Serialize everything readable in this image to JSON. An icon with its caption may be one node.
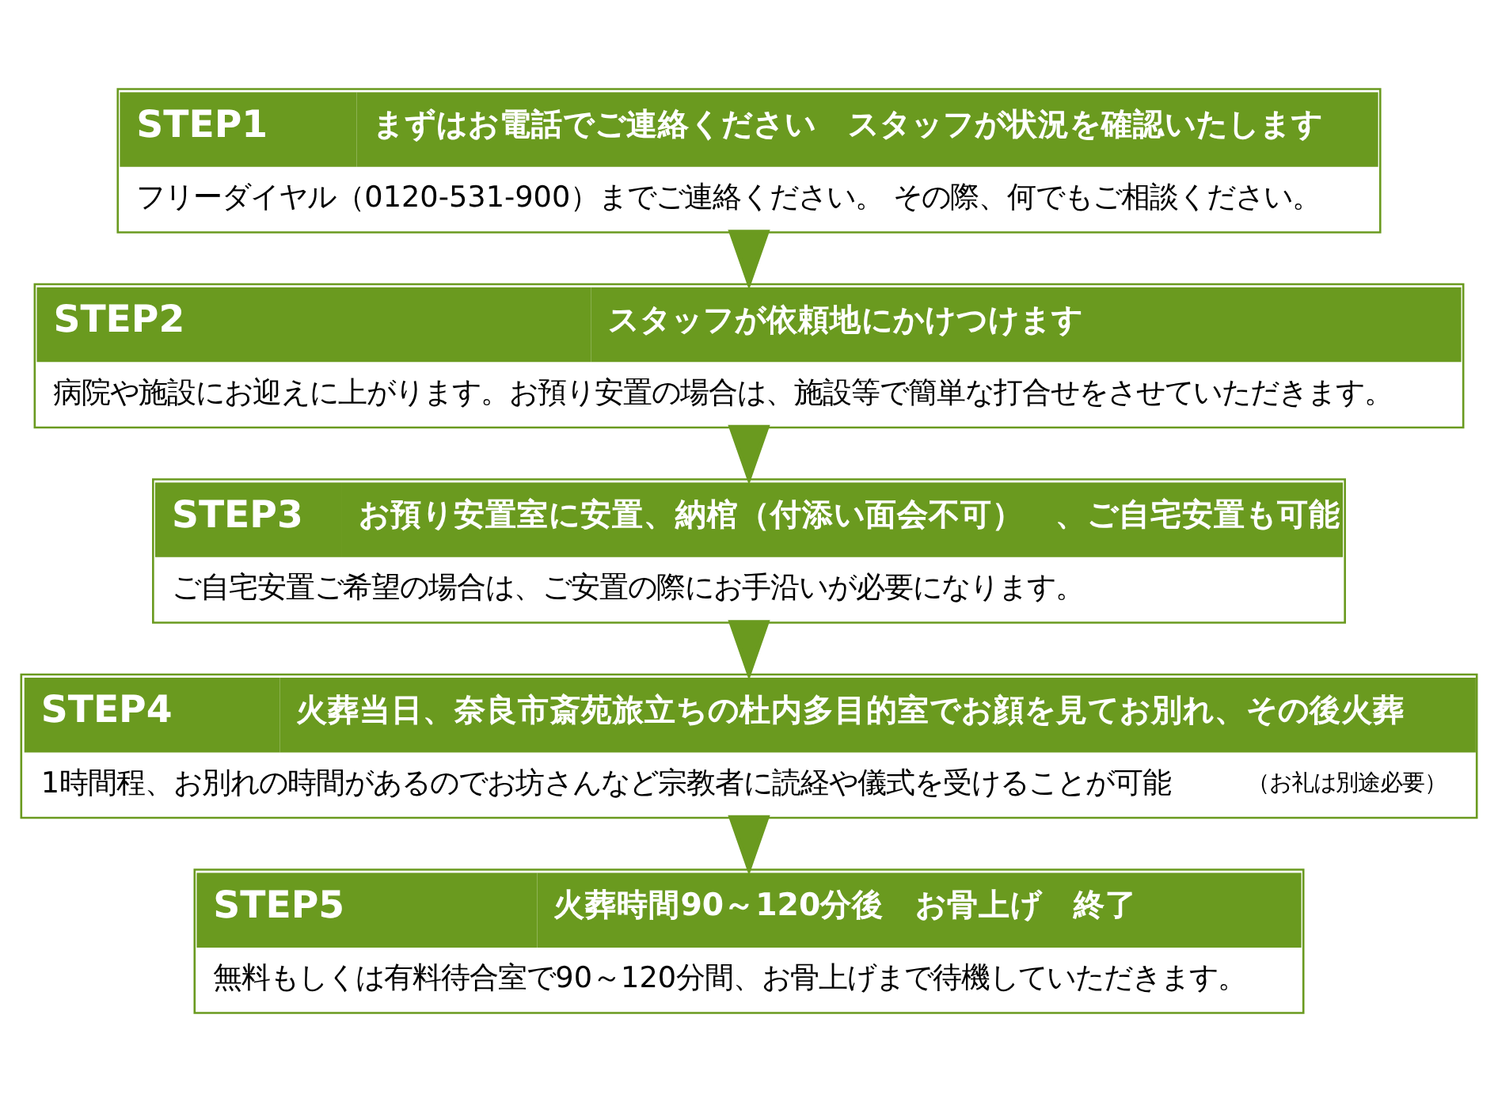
{
  "diagram": {
    "nodes": [
      {
        "text": [
          "STEP1",
          "まずはお電話でご連絡ください　スタッフが状況を確認いたします",
          "フリーダイヤル（0120-531-900）までご連絡ください。 その際、何でもご相談ください。"
        ]
      },
      {
        "text": [
          "STEP2",
          "スタッフが依頼地にかけつけます",
          "病院や施設にお迎えに上がります。お預り安置の場合は、施設等で簡単な打合せをさせていただきます。"
        ]
      },
      {
        "text": [
          "STEP3",
          "お預り安置室に安置、納棺（付添い面会不可）　、ご自宅安置も可能",
          "ご自宅安置ご希望の場合は、ご安置の際にお手沿いが必要になります。"
        ]
      },
      {
        "text": [
          "STEP4",
          "火葬当日、奈良市斎苑旅立ちの杜内多目的室でお顔を見てお別れ、その後火葬",
          "1時間程、お別れの時間があるのでお坊さんなど宗教者に読経や儀式を受けることが可能",
          "（お礼は別途必要）"
        ]
      },
      {
        "text": [
          "STEP5",
          "火葬時間90～120分後　お骨上げ　終了",
          "無料もしくは有料待合室で90～120分間、お骨上げまで待機していただきます。"
        ]
      }
    ],
    "edges": [
      {
        "from": 0,
        "to": 1,
        "arrow": "to"
      },
      {
        "from": 1,
        "to": 2,
        "arrow": "to"
      },
      {
        "from": 2,
        "to": 3,
        "arrow": "to"
      },
      {
        "from": 3,
        "to": 4,
        "arrow": "to"
      }
    ]
  }
}
